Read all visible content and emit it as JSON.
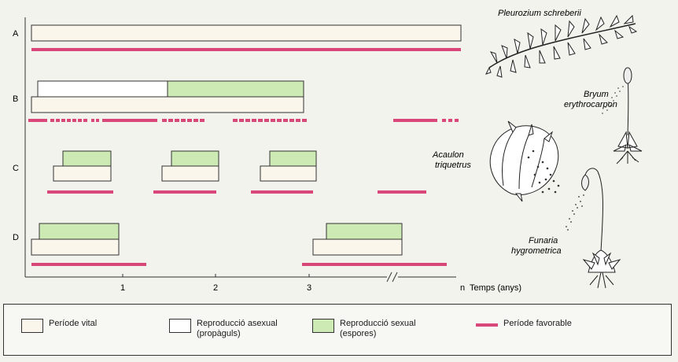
{
  "rows": [
    {
      "id": "A",
      "label": "A"
    },
    {
      "id": "B",
      "label": "B"
    },
    {
      "id": "C",
      "label": "C"
    },
    {
      "id": "D",
      "label": "D"
    }
  ],
  "axis": {
    "ticks": [
      "1",
      "2",
      "3",
      "n"
    ],
    "unit_label": "Temps (anys)"
  },
  "species": [
    {
      "id": "pleurozium",
      "name": "Pleurozium schreberii"
    },
    {
      "id": "bryum",
      "name_line1": "Bryum",
      "name_line2": "erythrocarpon"
    },
    {
      "id": "acaulon",
      "name_line1": "Acaulon",
      "name_line2": "triquetrus"
    },
    {
      "id": "funaria",
      "name_line1": "Funaria",
      "name_line2": "hygrometrica"
    }
  ],
  "legend": {
    "vital": "Període vital",
    "asexual": "Reproducció asexual\n(propàguls)",
    "sexual": "Reproducció sexual\n(espores)",
    "favorable": "Període favorable"
  },
  "colors": {
    "vital": "#fbf6ec",
    "asexual": "#ffffff",
    "sexual": "#cdeab4",
    "favorable": "#d9467a",
    "outline": "#333333"
  }
}
